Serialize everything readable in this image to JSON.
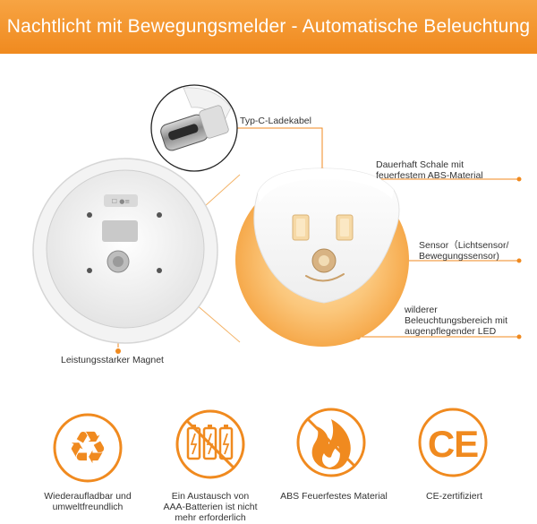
{
  "banner": {
    "title": "Nachtlicht mit Bewegungsmelder - Automatische Beleuchtung"
  },
  "callouts": {
    "cable": "Typ-C-Ladekabel",
    "shell": [
      "Dauerhaft Schale mit",
      "feuerfestem ABS-Material"
    ],
    "sensor": [
      "Sensor（Lichtsensor/",
      "Bewegungssensor)"
    ],
    "light": [
      "wilderer",
      "Beleuchtungsbereich mit",
      "augenpflegender LED"
    ],
    "magnet": "Leistungsstarker Magnet"
  },
  "features": [
    {
      "icon": "recycle-icon",
      "lines": [
        "Wiederaufladbar und",
        "umweltfreundlich"
      ]
    },
    {
      "icon": "no-batteries-icon",
      "lines": [
        "Ein Austausch von",
        "AAA-Batterien ist nicht",
        "mehr erforderlich"
      ]
    },
    {
      "icon": "fire-resistant-icon",
      "lines": [
        "ABS Feuerfestes Material"
      ]
    },
    {
      "icon": "ce-mark-icon",
      "lines": [
        "CE-zertifiziert"
      ]
    }
  ],
  "colors": {
    "accent": "#f08a1f",
    "glow": "#f9c27a",
    "text": "#333333"
  }
}
